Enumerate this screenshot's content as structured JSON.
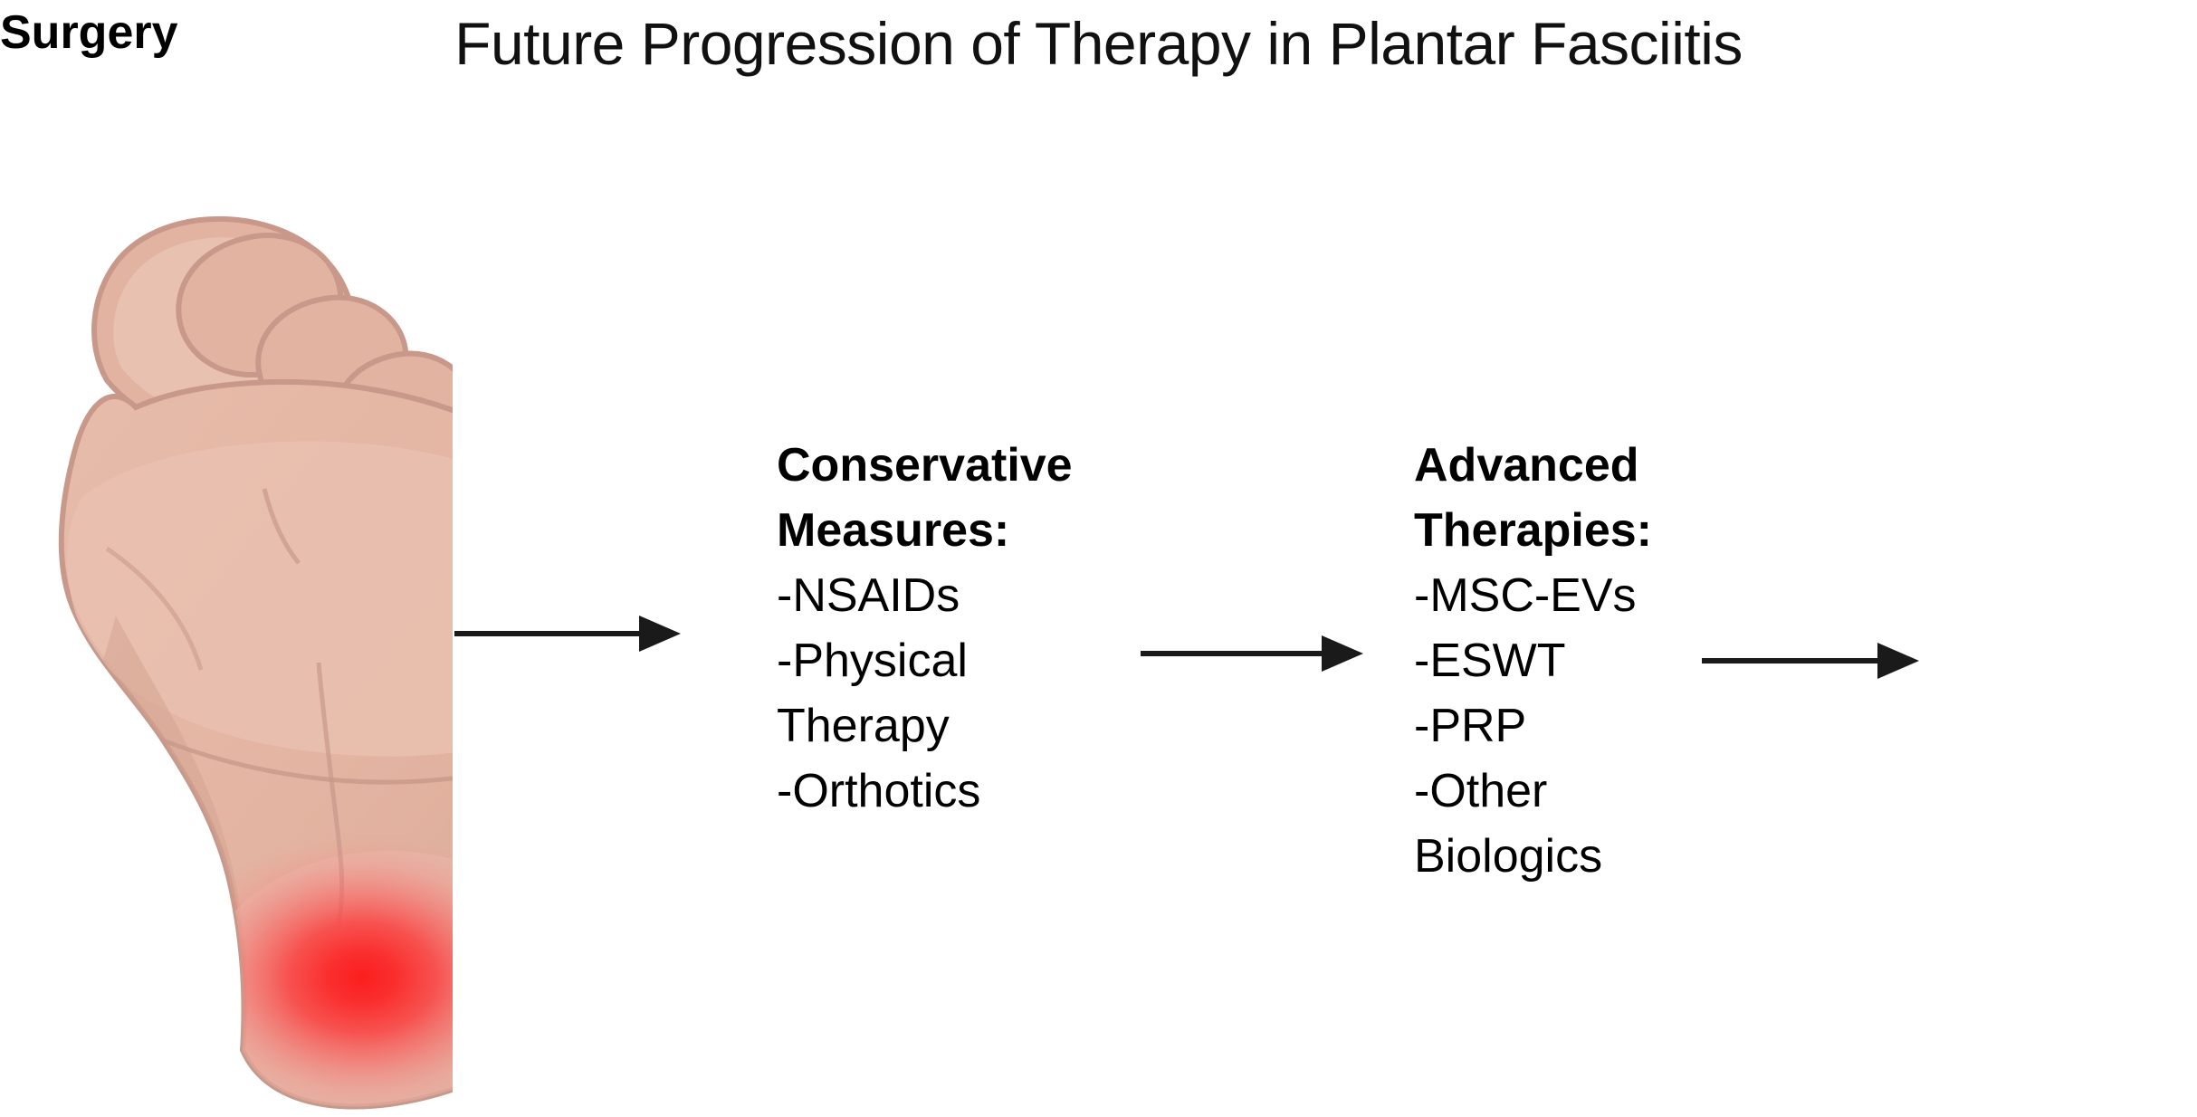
{
  "figure": {
    "title": "Future Progression of Therapy in Plantar Fasciitis",
    "background_color": "#ffffff",
    "text_color": "#000000"
  },
  "illustration": {
    "name": "plantar-foot-sole-view",
    "description": "Sole (plantar) view of a left foot with big toe at upper left and four lesser toes descending to the right",
    "skin_color": "#E2B3A0",
    "skin_shadow_color": "#D4A492",
    "skin_highlight_color": "#EBC3B2",
    "outline_color": "#C8988A",
    "pain_marker": {
      "name": "heel-pain-marker",
      "label": "heel pain",
      "center_color": "#FB2020",
      "mid_color": "#F94A4A",
      "edge_color": "#FF8080"
    }
  },
  "flow": {
    "stages": [
      {
        "id": "conservative",
        "heading": "Conservative\nMeasures:",
        "items": "-NSAIDs\n-Physical\nTherapy\n-Orthotics"
      },
      {
        "id": "advanced",
        "heading": "Advanced\nTherapies:",
        "items": "-MSC-EVs\n-ESWT\n-PRP\n-Other\nBiologics"
      },
      {
        "id": "surgery",
        "heading": "Surgery",
        "items": ""
      }
    ],
    "arrows": [
      {
        "id": "arrow-foot-to-conservative",
        "direction": "right"
      },
      {
        "id": "arrow-conservative-to-advanced",
        "direction": "right"
      },
      {
        "id": "arrow-advanced-to-surgery",
        "direction": "right"
      }
    ],
    "arrow_color": "#1a1a1a"
  }
}
